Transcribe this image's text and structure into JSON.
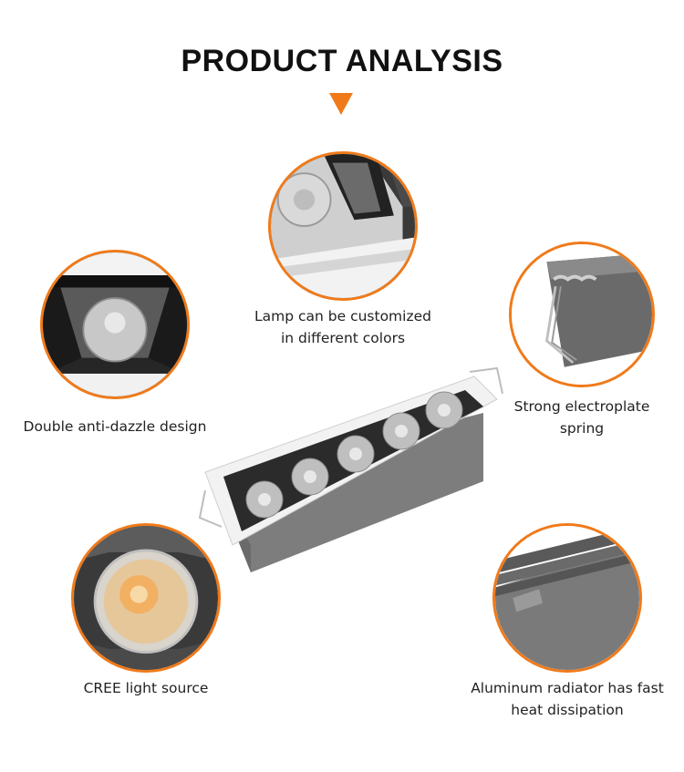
{
  "page": {
    "title": "PRODUCT ANALYSIS",
    "accent_color": "#f07a1a"
  },
  "features": [
    {
      "icon": "lamp-reflector-closeup",
      "lines": [
        "Lamp can be customized",
        "in different colors"
      ]
    },
    {
      "icon": "anti-glare-lens-closeup",
      "lines": [
        "Double anti-dazzle design"
      ]
    },
    {
      "icon": "spring-clip-closeup",
      "lines": [
        "Strong electroplate",
        "spring"
      ]
    },
    {
      "icon": "cob-chip-closeup",
      "lines": [
        "CREE light source"
      ]
    },
    {
      "icon": "heatsink-fins-closeup",
      "lines": [
        "Aluminum radiator has fast",
        "heat dissipation"
      ]
    }
  ],
  "product": {
    "icon": "linear-downlight-5-heads",
    "head_count": 5
  }
}
